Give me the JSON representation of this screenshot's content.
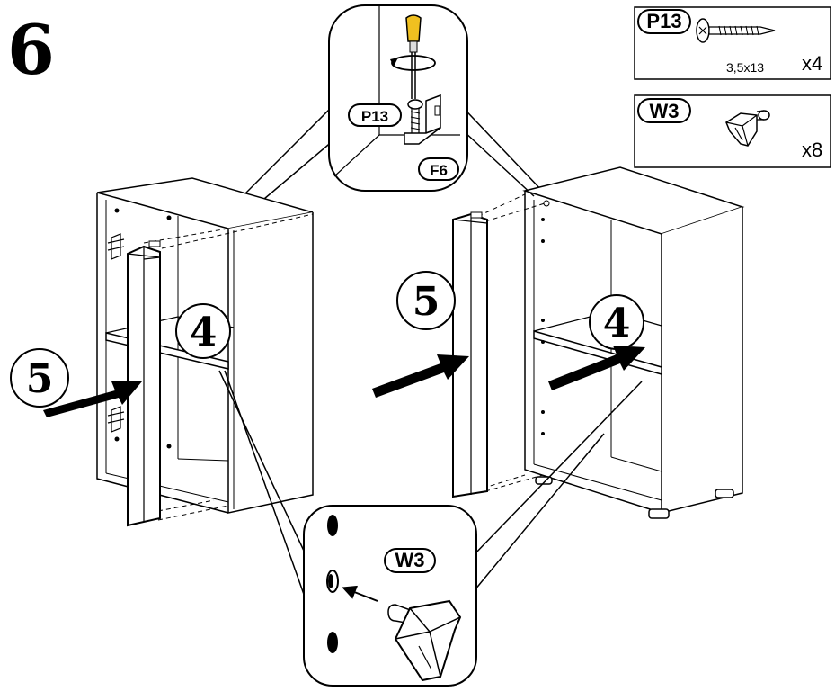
{
  "step": {
    "number": "6"
  },
  "parts": {
    "screw": {
      "code": "P13",
      "size": "3,5x13",
      "qty": "x4"
    },
    "support": {
      "code": "W3",
      "qty": "x8"
    }
  },
  "labels": {
    "panel_left": "5",
    "panel_right": "5",
    "shelf_left": "4",
    "shelf_right": "4",
    "zoom_top_screw": "P13",
    "zoom_top_bracket": "F6",
    "zoom_bottom_support": "W3"
  },
  "icons": [
    "screwdriver-icon",
    "rotation-arrow-icon",
    "screw-icon",
    "shelf-support-icon",
    "push-arrow-icon"
  ]
}
